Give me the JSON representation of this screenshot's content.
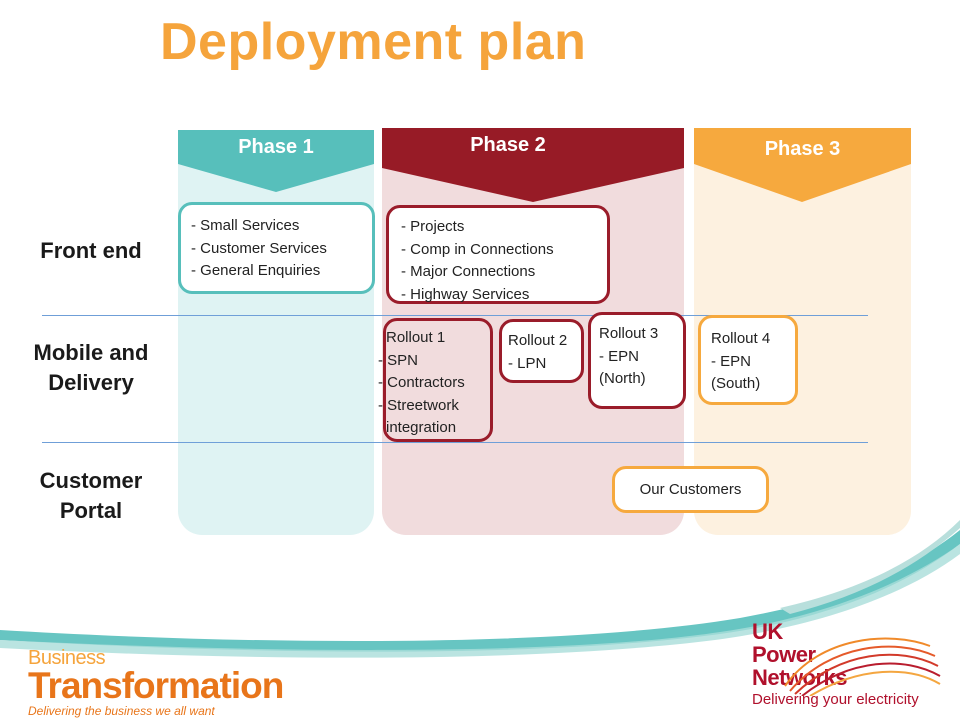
{
  "title": "Deployment plan",
  "phases": [
    {
      "label": "Phase 1",
      "color": "#57bfbb"
    },
    {
      "label": "Phase 2",
      "color": "#971b26"
    },
    {
      "label": "Phase 3",
      "color": "#f6a93e"
    }
  ],
  "rows": {
    "front_end": "Front end",
    "mobile_line1": "Mobile and",
    "mobile_line2": "Delivery",
    "portal_line1": "Customer",
    "portal_line2": "Portal"
  },
  "boxes": {
    "phase1_front": [
      "- Small Services",
      "- Customer Services",
      "- General Enquiries"
    ],
    "phase2_front": [
      "- Projects",
      "- Comp in Connections",
      "- Major Connections",
      "- Highway Services"
    ],
    "rollout1": [
      "Rollout 1",
      "- SPN",
      "- Contractors",
      "- Streetwork",
      "integration"
    ],
    "rollout2": [
      "Rollout 2",
      "- LPN"
    ],
    "rollout3": [
      "Rollout 3",
      "- EPN",
      "(North)"
    ],
    "rollout4": [
      "Rollout 4",
      "- EPN",
      "(South)"
    ],
    "our_customers": "Our Customers"
  },
  "logos": {
    "bt_business": "Business",
    "bt_transformation": "Transformation",
    "bt_tagline": "Delivering the business we all want",
    "ukpn_line1": "UK",
    "ukpn_line2": "Power",
    "ukpn_line3": "Networks",
    "ukpn_tagline": "Delivering your electricity"
  }
}
